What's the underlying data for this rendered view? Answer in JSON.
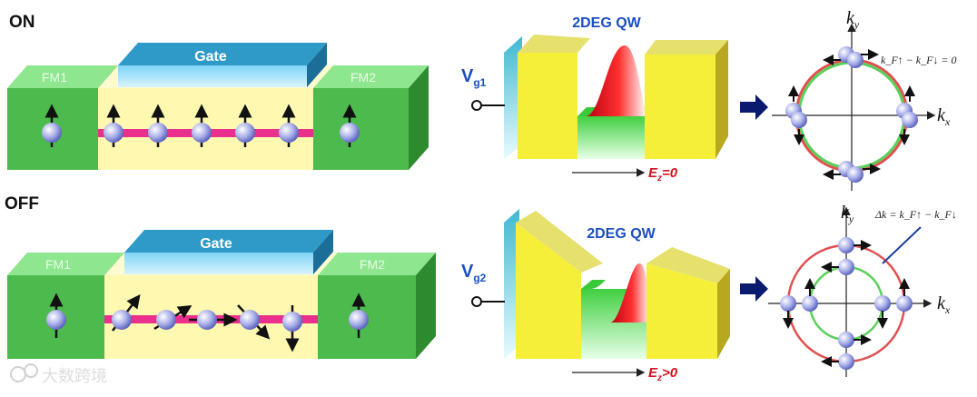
{
  "panels": {
    "on": {
      "state_label": "ON",
      "gate_label": "Gate",
      "fm1_label": "FM1",
      "fm2_label": "FM2"
    },
    "off": {
      "state_label": "OFF",
      "gate_label": "Gate",
      "fm1_label": "FM1",
      "fm2_label": "FM2"
    }
  },
  "qw": {
    "top": {
      "title": "2DEG QW",
      "vg_main": "V",
      "vg_sub": "g1",
      "field_label": "E",
      "field_sub": "z",
      "field_rel": "=0"
    },
    "bottom": {
      "title": "2DEG QW",
      "vg_main": "V",
      "vg_sub": "g2",
      "field_label": "E",
      "field_sub": "z",
      "field_rel": ">0"
    }
  },
  "kspace": {
    "top": {
      "ky": "k",
      "ky_sub": "y",
      "kx": "k",
      "kx_sub": "x",
      "relation": "k_F↑ − k_F↓ = 0"
    },
    "bottom": {
      "ky": "k",
      "ky_sub": "y",
      "kx": "k",
      "kx_sub": "x",
      "relation": "Δk = k_F↑ − k_F↓"
    }
  },
  "watermark": "大数跨境",
  "colors": {
    "fm_green": "#5cc95c",
    "channel_yellow": "#fff8b0",
    "gate_blue": "#2f9ac8",
    "stripe_pink": "#e8308c",
    "field_red": "#d8101e",
    "vg_blue": "#1a4fc0",
    "arrow_navy": "#0a1a6e",
    "ring_red": "#e05050",
    "ring_green": "#5ad05a"
  }
}
